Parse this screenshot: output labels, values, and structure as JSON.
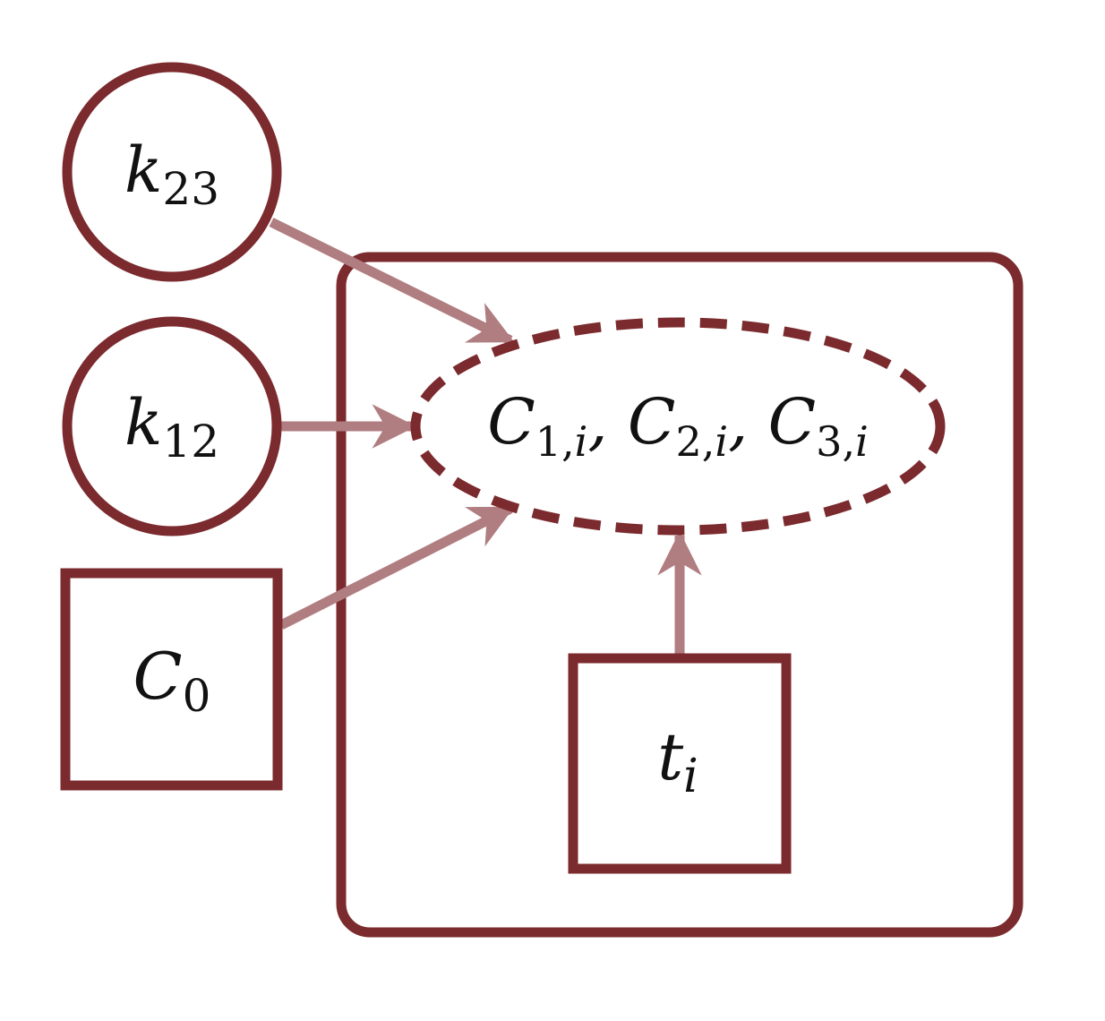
{
  "colors": {
    "node_stroke": "#7b2a2e",
    "edge": "#b07d80",
    "text": "#111111",
    "background": "#ffffff"
  },
  "nodes": {
    "k23": {
      "base": "k",
      "sub": "23",
      "shape": "circle"
    },
    "k12": {
      "base": "k",
      "sub": "12",
      "shape": "circle"
    },
    "c0": {
      "base": "C",
      "sub": "0",
      "shape": "square"
    },
    "ti": {
      "base": "t",
      "sub": "i",
      "shape": "square"
    },
    "concentrations": {
      "shape": "dashed-ellipse",
      "terms": [
        {
          "base": "C",
          "sub_num": "1",
          "sub_idx": "i"
        },
        {
          "base": "C",
          "sub_num": "2",
          "sub_idx": "i"
        },
        {
          "base": "C",
          "sub_num": "3",
          "sub_idx": "i"
        }
      ]
    }
  },
  "plate": {
    "shape": "rounded-rectangle"
  },
  "edges": [
    {
      "from": "k23",
      "to": "concentrations"
    },
    {
      "from": "k12",
      "to": "concentrations"
    },
    {
      "from": "c0",
      "to": "concentrations"
    },
    {
      "from": "ti",
      "to": "concentrations"
    }
  ]
}
